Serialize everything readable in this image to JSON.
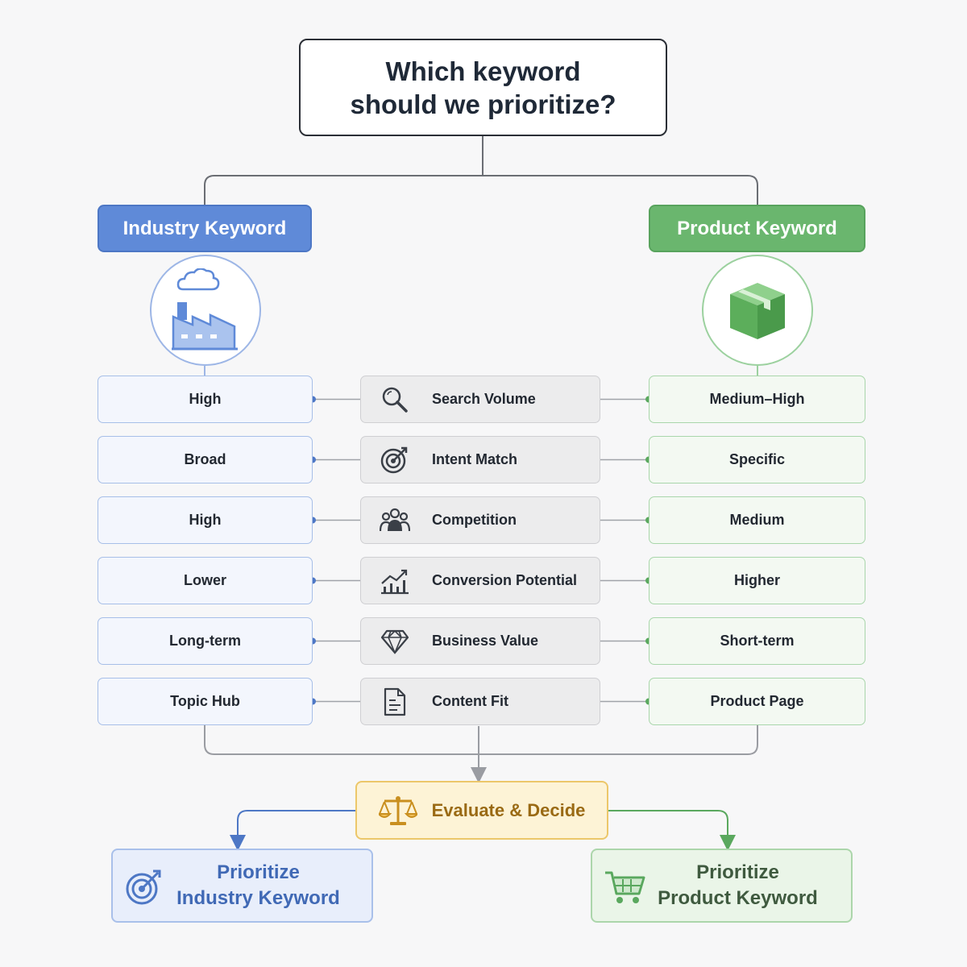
{
  "question": {
    "line1": "Which keyword",
    "line2": "should we prioritize?"
  },
  "left_option": {
    "label": "Industry Keyword",
    "color": "#5f8ad8",
    "icon": "factory-icon"
  },
  "right_option": {
    "label": "Product Keyword",
    "color": "#6ab66e",
    "icon": "box-icon"
  },
  "criteria": [
    {
      "label": "Search Volume",
      "icon": "magnifier-icon",
      "industry": "High",
      "product": "Medium–High"
    },
    {
      "label": "Intent Match",
      "icon": "target-icon",
      "industry": "Broad",
      "product": "Specific"
    },
    {
      "label": "Competition",
      "icon": "people-icon",
      "industry": "High",
      "product": "Medium"
    },
    {
      "label": "Conversion Potential",
      "icon": "trend-chart-icon",
      "industry": "Lower",
      "product": "Higher"
    },
    {
      "label": "Business Value",
      "icon": "diamond-icon",
      "industry": "Long-term",
      "product": "Short-term"
    },
    {
      "label": "Content Fit",
      "icon": "document-icon",
      "industry": "Topic Hub",
      "product": "Product Page"
    }
  ],
  "decision": {
    "label": "Evaluate & Decide",
    "icon": "scales-icon",
    "color": "#ecc76a"
  },
  "outcomes": {
    "left": {
      "line1": "Prioritize",
      "line2": "Industry Keyword",
      "icon": "target-icon"
    },
    "right": {
      "line1": "Prioritize",
      "line2": "Product Keyword",
      "icon": "cart-icon"
    }
  }
}
